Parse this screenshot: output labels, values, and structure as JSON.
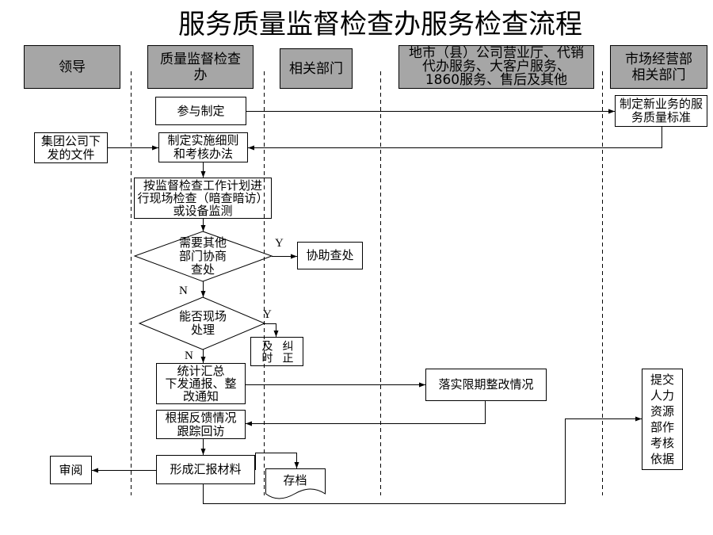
{
  "title": "服务质量监督检查办服务检查流程",
  "lanes": {
    "leader": "领导",
    "quality_office": "质量监督检查\n办",
    "related_dept": "相关部门",
    "branches": "地市（县）公司营业厅、代销\n代办服务、大客户服务、\n1860服务、售后及其他",
    "marketing_dept": "市场经营部\n相关部门"
  },
  "nodes": {
    "participate": "参与制定",
    "service_standard": "制定新业务的服\n务质量标准",
    "group_docs": "集团公司下\n发的文件",
    "rules": "制定实施细则\n和考核办法",
    "inspection": "按监督检查工作计划进\n行现场检查（暗查暗访）\n或设备监测",
    "decision_other_dept": "需要其他\n部门协商\n查处",
    "assist": "协助查处",
    "decision_onsite": "能否现场\n处理",
    "correct": "及时纠正",
    "summary": "统计汇总\n下发通报、整\n改通知",
    "rectify": "落实限期整改情况",
    "follow_up": "根据反馈情况\n跟踪回访",
    "report": "形成汇报材料",
    "review": "审阅",
    "archive": "存档",
    "submit_hr": "提交\n人力\n资源\n部作\n考核\n依据"
  },
  "branch_labels": {
    "other_dept_yes": "Y",
    "other_dept_no": "N",
    "onsite_yes": "Y",
    "onsite_no": "N"
  },
  "colors": {
    "lane_header_fill": "#a6a6a6",
    "stroke": "#000000",
    "background": "#ffffff"
  }
}
